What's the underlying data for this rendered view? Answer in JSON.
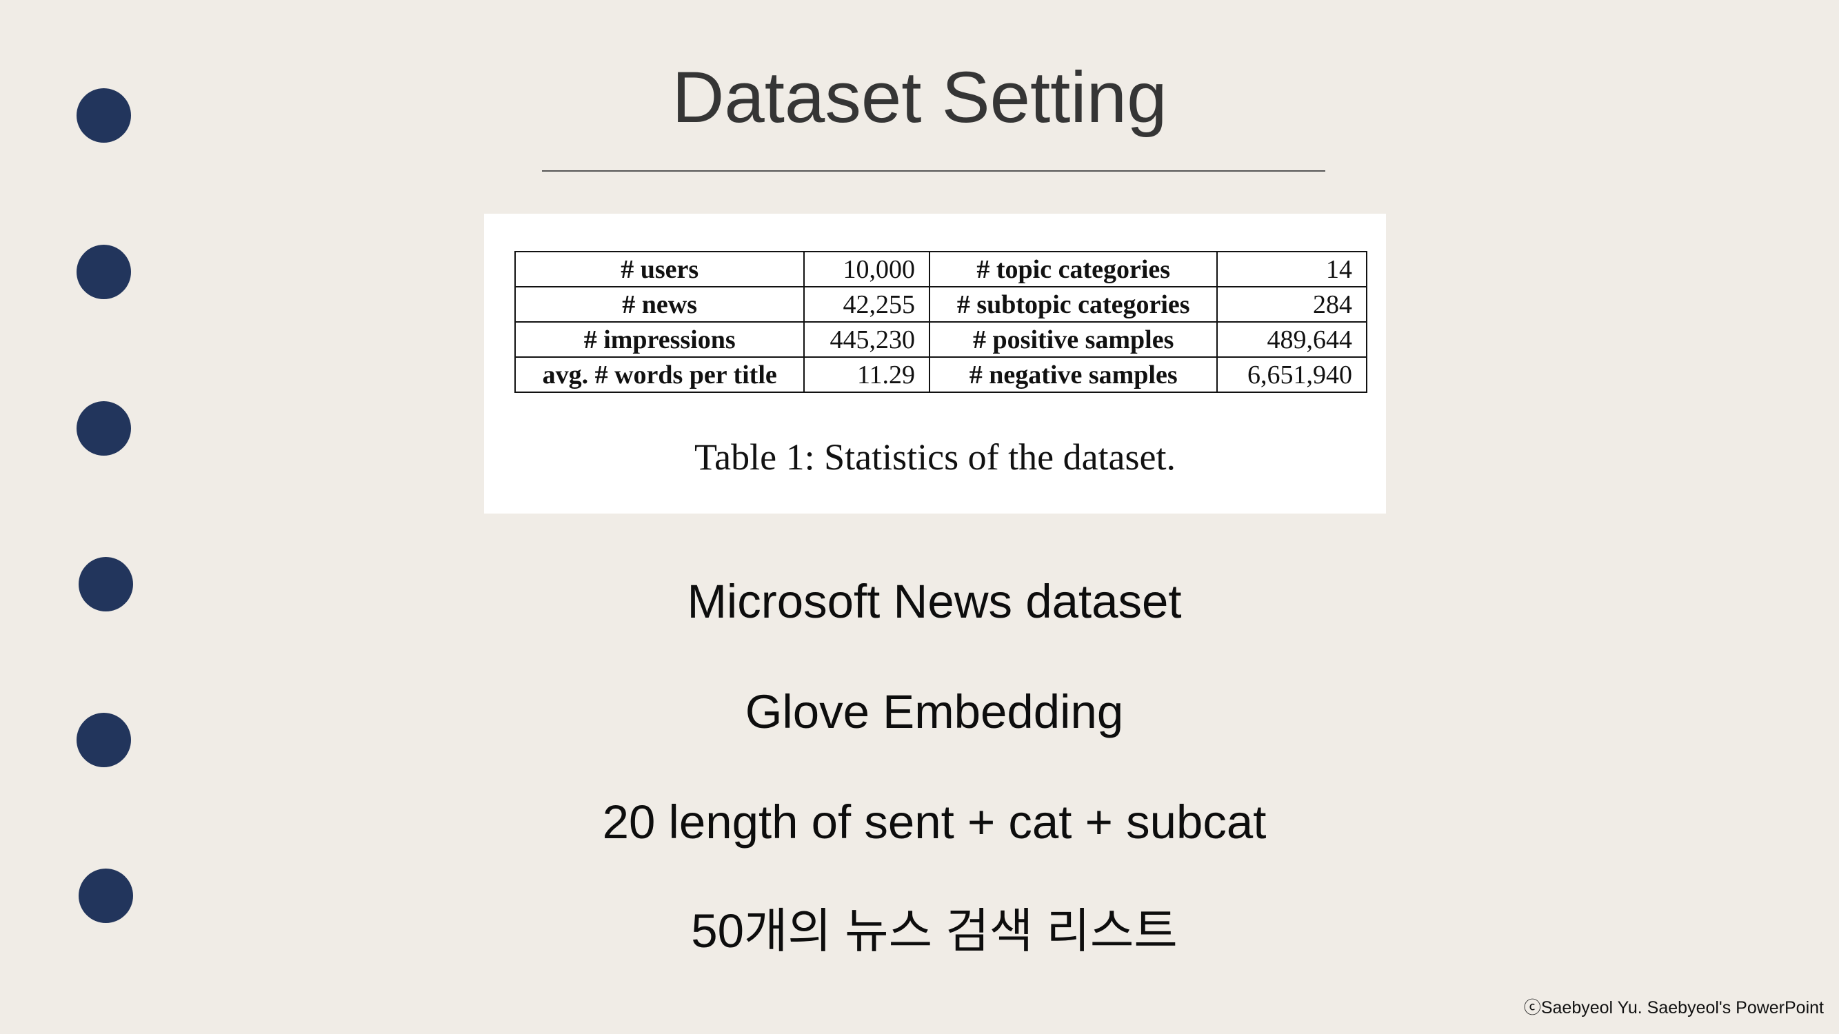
{
  "title": "Dataset Setting",
  "table": {
    "rows": [
      [
        "# users",
        "10,000",
        "# topic categories",
        "14"
      ],
      [
        "# news",
        "42,255",
        "# subtopic categories",
        "284"
      ],
      [
        "# impressions",
        "445,230",
        "# positive samples",
        "489,644"
      ],
      [
        "avg. # words per title",
        "11.29",
        "# negative samples",
        "6,651,940"
      ]
    ],
    "caption": "Table 1: Statistics of the dataset."
  },
  "bullets": [
    "Microsoft News dataset",
    "Glove Embedding",
    "20 length of sent + cat + subcat",
    "50개의 뉴스 검색 리스트"
  ],
  "credit": "ⓒSaebyeol Yu. Saebyeol's PowerPoint",
  "colors": {
    "background": "#f0ece6",
    "dot": "#22355c"
  }
}
